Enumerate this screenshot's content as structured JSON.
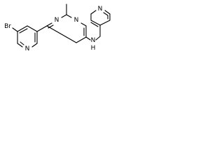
{
  "molecule": {
    "atoms": {
      "br": "Br",
      "pyridine_n_left": "N",
      "pyrimidine_n_top": "N",
      "pyrimidine_n_bottom": "N",
      "amine_n": "N",
      "amine_h": "H",
      "pyridine_n_right": "N"
    }
  }
}
